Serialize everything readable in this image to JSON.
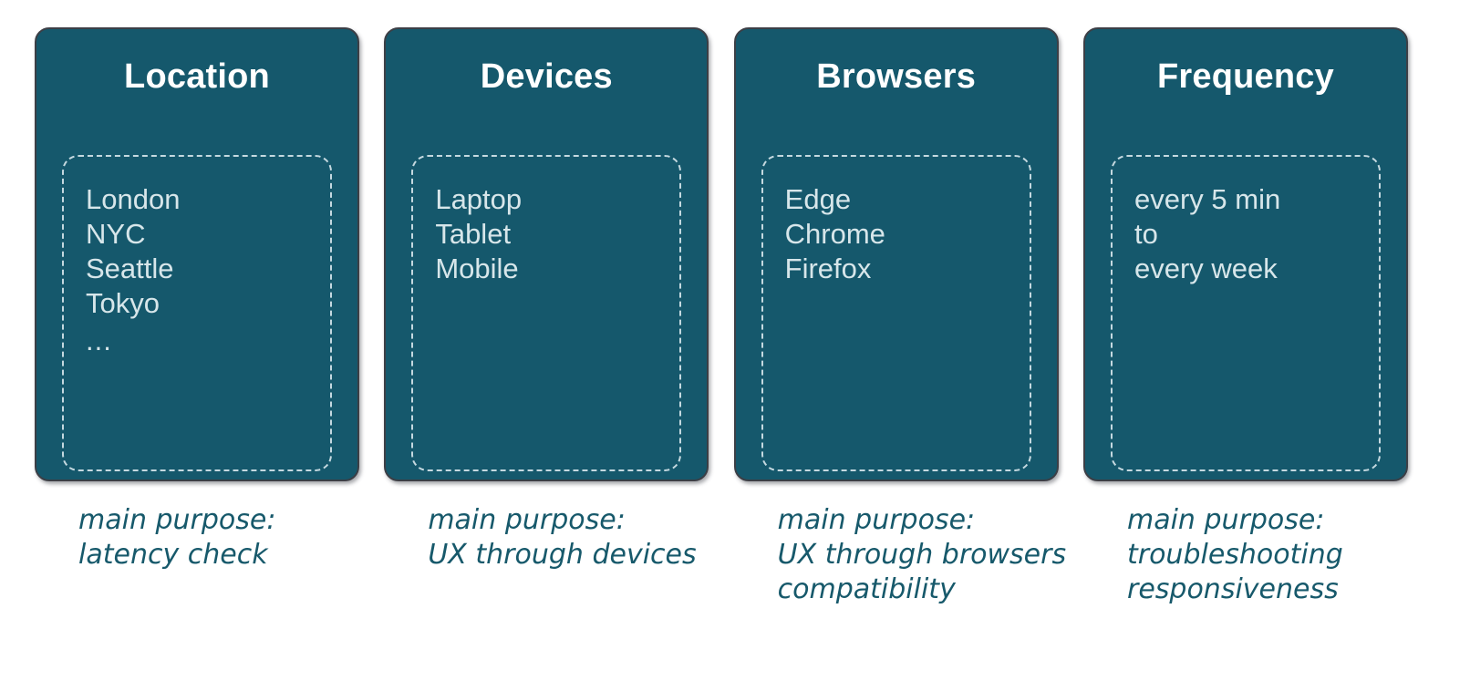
{
  "theme": {
    "page_background": "#ffffff",
    "card_fill": "#15586c",
    "card_border": "#3c3f46",
    "card_title_color": "#ffffff",
    "dashed_border_color": "#c5d9e0",
    "list_text_color": "#d7e6ea",
    "caption_text_color": "#17596b"
  },
  "cards": [
    {
      "title": "Location",
      "items": [
        "London",
        "NYC",
        "Seattle",
        "Tokyo",
        "..."
      ],
      "caption_lines": [
        "main purpose:",
        "latency check"
      ]
    },
    {
      "title": "Devices",
      "items": [
        "Laptop",
        "Tablet",
        "Mobile"
      ],
      "caption_lines": [
        "main purpose:",
        "UX through devices"
      ]
    },
    {
      "title": "Browsers",
      "items": [
        "Edge",
        "Chrome",
        "Firefox"
      ],
      "caption_lines": [
        "main purpose:",
        "UX through browsers",
        "compatibility"
      ]
    },
    {
      "title": "Frequency",
      "items": [
        "every 5 min",
        "to",
        "every week"
      ],
      "caption_lines": [
        "main purpose:",
        "troubleshooting",
        "responsiveness"
      ]
    }
  ]
}
